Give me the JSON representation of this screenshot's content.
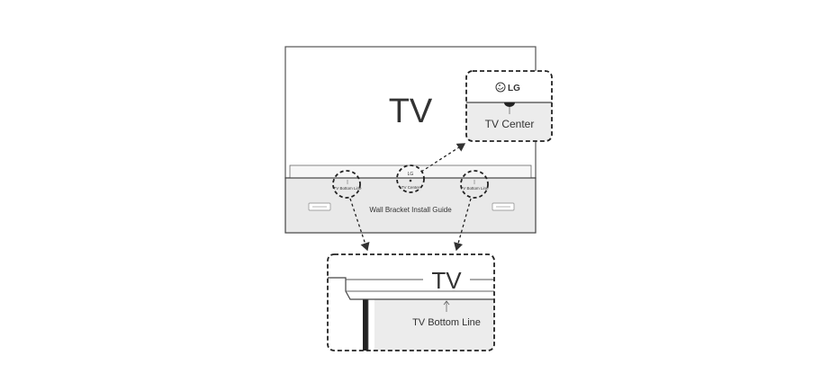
{
  "labels": {
    "tv_main": "TV",
    "tv_center_small": "TV Center",
    "bottom_line_left_small": "TV Bottom Line",
    "bottom_line_right_small": "TV Bottom Line",
    "bracket_guide": "Wall Bracket Install Guide",
    "logo_small": "LG",
    "logo_zoom": "LG",
    "tv_center_zoom": "TV Center",
    "tv_zoom": "TV",
    "tv_bottom_line_zoom": "TV Bottom Line"
  },
  "colors": {
    "line": "#555555",
    "bracket_fill": "#e9e9e9",
    "zoom_gray": "#ececec",
    "text": "#333333"
  }
}
